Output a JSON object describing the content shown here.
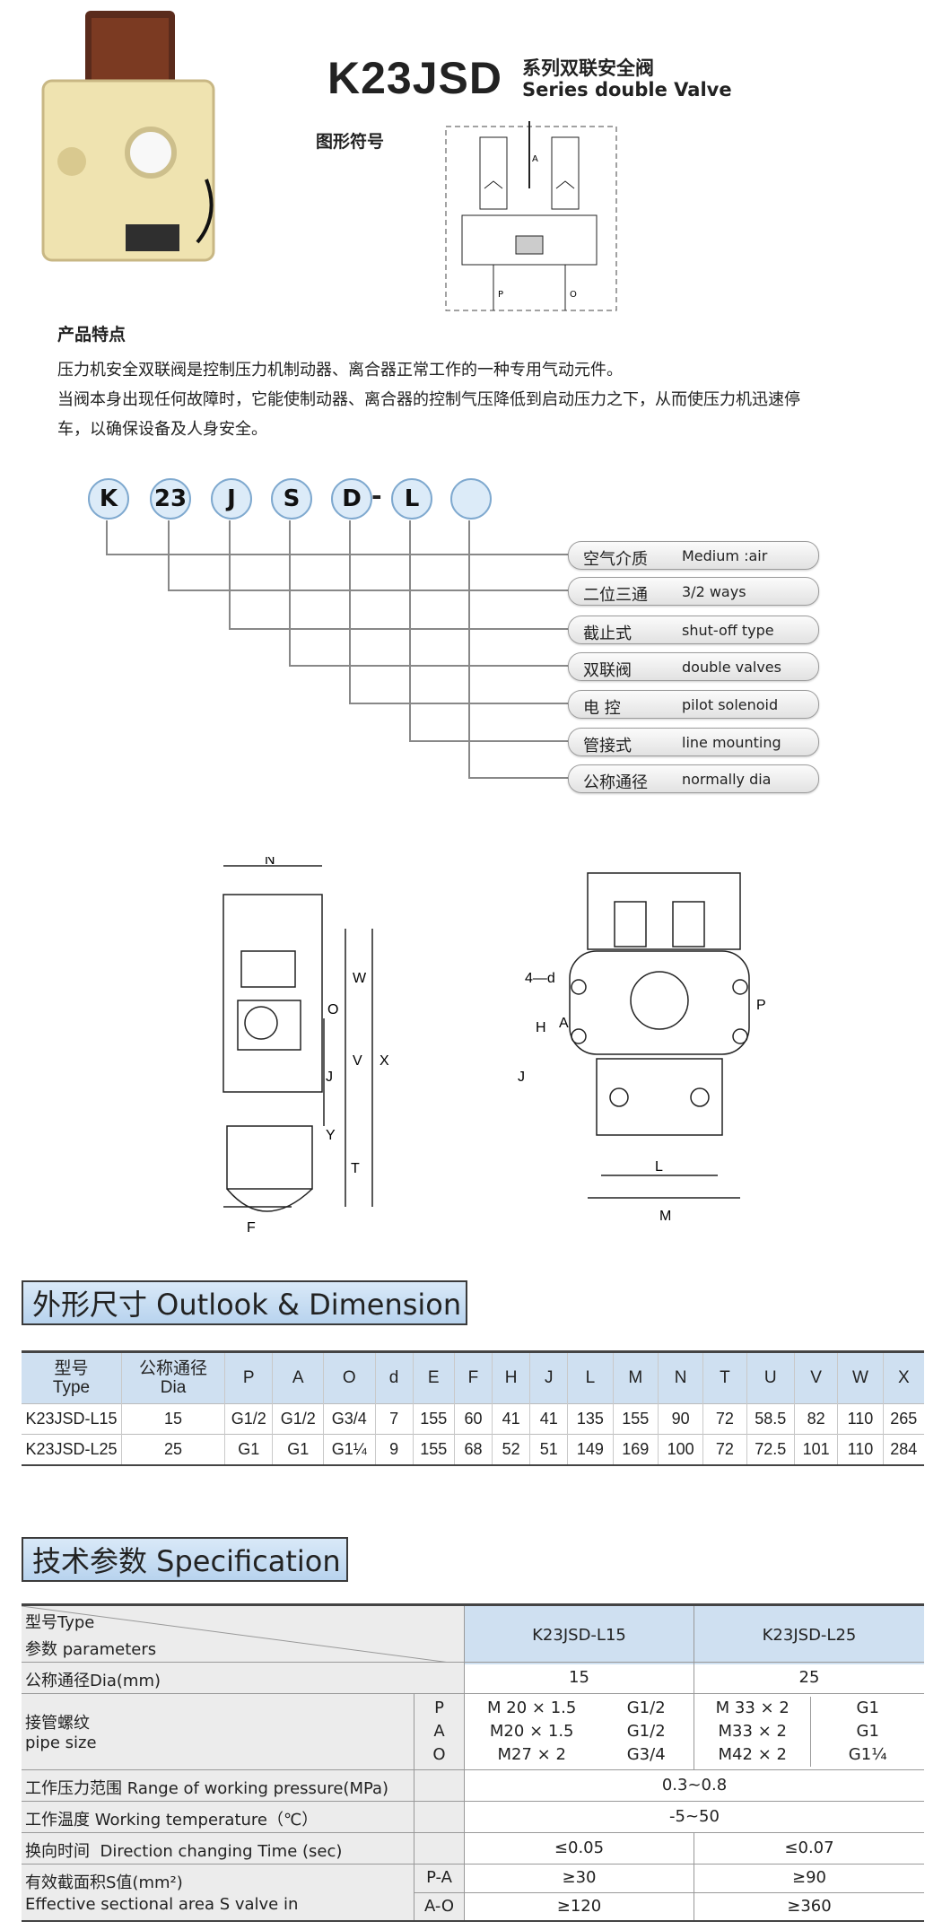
{
  "header": {
    "model": "K23JSD",
    "series_cn": "系列双联安全阀",
    "series_en": "Series double  Valve",
    "symbol_label": "图形符号",
    "symbol_ports": {
      "a": "A",
      "p": "P",
      "o": "O"
    }
  },
  "features": {
    "title": "产品特点",
    "line1": "压力机安全双联阀是控制压力机制动器、离合器正常工作的一种专用气动元件。",
    "line2": "当阀本身出现任何故障时，它能使制动器、离合器的控制气压降低到启动压力之下，从而使压力机迅速停",
    "line3": "车，以确保设备及人身安全。"
  },
  "code": {
    "letters": [
      "K",
      "23",
      "J",
      "S",
      "D",
      "L",
      ""
    ],
    "dash": "-",
    "options": [
      {
        "cn": "空气介质",
        "en": "Medium :air"
      },
      {
        "cn": "二位三通",
        "en": "3/2 ways"
      },
      {
        "cn": "截止式",
        "en": "shut-off type"
      },
      {
        "cn": "双联阀",
        "en": "double valves"
      },
      {
        "cn": "电  控",
        "en": "pilot solenoid"
      },
      {
        "cn": "管接式",
        "en": "line mounting"
      },
      {
        "cn": "公称通径",
        "en": "normally dia"
      }
    ]
  },
  "drawing_labels": {
    "side": {
      "n": "N",
      "w": "W",
      "o": "O",
      "v": "V",
      "x": "X",
      "j": "J",
      "y": "Y",
      "t": "T",
      "f": "F"
    },
    "front": {
      "d": "4—d",
      "a": "A",
      "h": "H",
      "j": "J",
      "p": "P",
      "l": "L",
      "m": "M"
    }
  },
  "dimension": {
    "title": "外形尺寸 Outlook & Dimension",
    "headers": [
      "型号\nType",
      "公称通径\nDia",
      "P",
      "A",
      "O",
      "d",
      "E",
      "F",
      "H",
      "J",
      "L",
      "M",
      "N",
      "T",
      "U",
      "V",
      "W",
      "X"
    ],
    "rows": [
      [
        "K23JSD-L15",
        "15",
        "G1/2",
        "G1/2",
        "G3/4",
        "7",
        "155",
        "60",
        "41",
        "41",
        "135",
        "155",
        "90",
        "72",
        "58.5",
        "82",
        "110",
        "265"
      ],
      [
        "K23JSD-L25",
        "25",
        "G1",
        "G1",
        "G1¼",
        "9",
        "155",
        "68",
        "52",
        "51",
        "149",
        "169",
        "100",
        "72",
        "72.5",
        "101",
        "110",
        "284"
      ]
    ]
  },
  "spec": {
    "title": "技术参数 Specification",
    "type_label": "型号Type",
    "param_label": "参数  parameters",
    "models": [
      "K23JSD-L15",
      "K23JSD-L25"
    ],
    "dia_label": "公称通径Dia(mm)",
    "dia": [
      "15",
      "25"
    ],
    "pipe_cn": "接管螺纹",
    "pipe_en": "pipe size",
    "ports": [
      "P",
      "A",
      "O"
    ],
    "pipe_l15": [
      [
        "M 20  ×  1.5",
        "G1/2"
      ],
      [
        "M20  ×  1.5",
        "G1/2"
      ],
      [
        "M27  ×  2",
        "G3/4"
      ]
    ],
    "pipe_l25": [
      [
        "M 33  ×  2",
        "G1"
      ],
      [
        "M33  ×  2",
        "G1"
      ],
      [
        "M42  ×  2",
        "G1¼"
      ]
    ],
    "pressure_label": "工作压力范围 Range of working pressure(MPa)",
    "pressure": "0.3~0.8",
    "temp_label": "工作温度  Working temperature（℃）",
    "temp": "-5~50",
    "time_label_cn": "换向时间",
    "time_label_en": "Direction  changing Time (sec)",
    "time": [
      "≤0.05",
      "≤0.07"
    ],
    "area_cn": "有效截面积S值(mm²)",
    "area_en": "Effective sectional area S valve in",
    "area_ports": [
      "P-A",
      "A-O"
    ],
    "area_l15": [
      "≥30",
      "≥120"
    ],
    "area_l25": [
      "≥90",
      "≥360"
    ]
  }
}
